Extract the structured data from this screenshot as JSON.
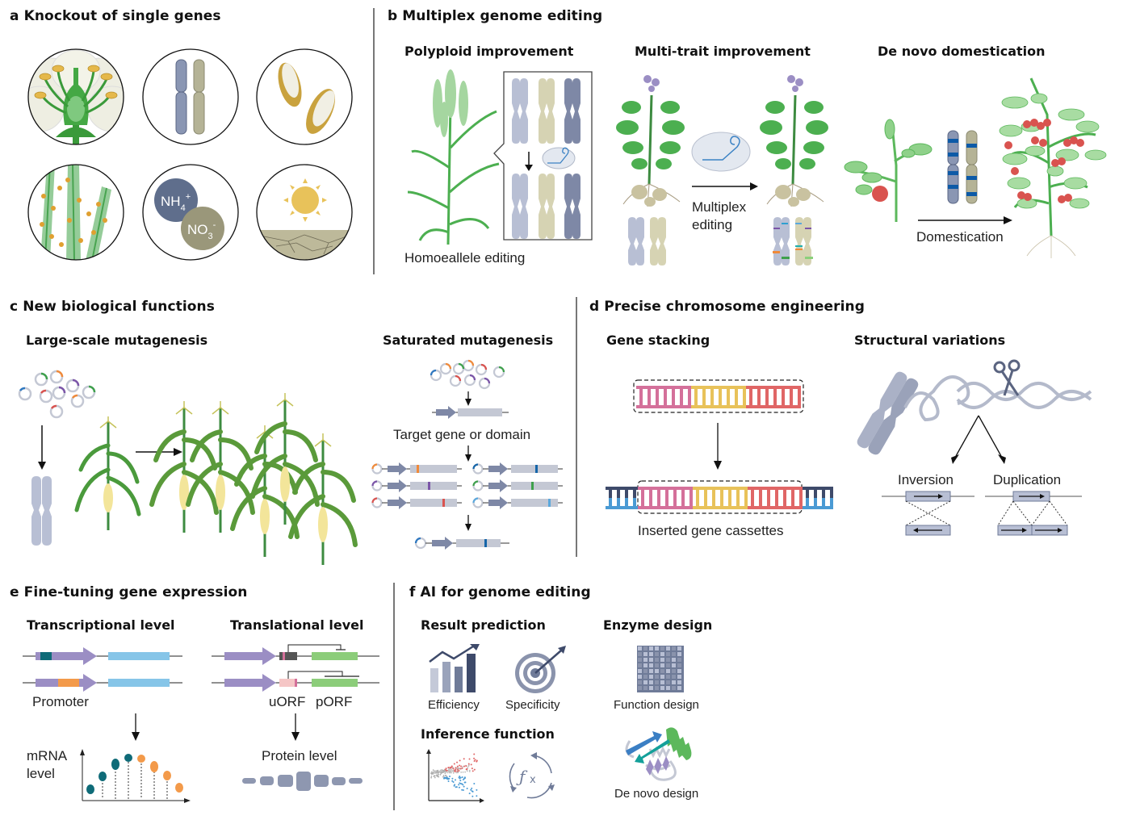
{
  "panels": {
    "a": {
      "letter": "a",
      "title": "Knockout of single genes",
      "icons": [
        "flower-icon",
        "chromosome-pair-icon",
        "rice-grain-icon",
        "inflorescence-icon",
        "nitrogen-nutrient-icon",
        "drought-sun-icon"
      ],
      "nutrients": {
        "ammonium": "NH",
        "ammonium_sub": "4",
        "ammonium_sup": "+",
        "nitrate": "NO",
        "nitrate_sub": "3",
        "nitrate_sup": "-"
      }
    },
    "b": {
      "letter": "b",
      "title": "Multiplex genome editing",
      "polyploid": {
        "title": "Polyploid improvement",
        "caption": "Homoeallele editing"
      },
      "multitrait": {
        "title": "Multi-trait improvement",
        "arrow_label_line1": "Multiplex",
        "arrow_label_line2": "editing"
      },
      "denovo": {
        "title": "De novo domestication",
        "arrow_label": "Domestication"
      }
    },
    "c": {
      "letter": "c",
      "title": "New biological functions",
      "large_scale": {
        "title": "Large-scale mutagenesis"
      },
      "saturated": {
        "title": "Saturated mutagenesis",
        "target_label": "Target gene or domain"
      }
    },
    "d": {
      "letter": "d",
      "title": "Precise chromosome engineering",
      "stacking": {
        "title": "Gene stacking",
        "caption": "Inserted gene cassettes"
      },
      "structural": {
        "title": "Structural variations",
        "inversion": "Inversion",
        "duplication": "Duplication"
      }
    },
    "e": {
      "letter": "e",
      "title": "Fine-tuning gene expression",
      "transcriptional": {
        "title": "Transcriptional level",
        "promoter": "Promoter",
        "ylabel_line1": "mRNA",
        "ylabel_line2": "level"
      },
      "translational": {
        "title": "Translational level",
        "uorf": "uORF",
        "porf": "pORF",
        "result": "Protein level"
      }
    },
    "f": {
      "letter": "f",
      "title": "AI for genome editing",
      "result_prediction": {
        "title": "Result prediction",
        "efficiency": "Efficiency",
        "specificity": "Specificity"
      },
      "inference": {
        "title": "Inference function"
      },
      "enzyme_design": {
        "title": "Enzyme design",
        "function_design": "Function design",
        "de_novo_design": "De novo design"
      }
    }
  },
  "colors": {
    "chrom_blue": "#8a96b3",
    "chrom_tan": "#b5b396",
    "chrom_dark": "#6f7b98",
    "plant_green": "#4caf50",
    "pink": "#d4709a",
    "yellow": "#e8c25a",
    "red": "#e06666",
    "purple": "#9b8ec4",
    "teal": "#0f6b78",
    "orange": "#f39a4a",
    "lightblue": "#86c5e8",
    "green": "#8ccd7a"
  }
}
